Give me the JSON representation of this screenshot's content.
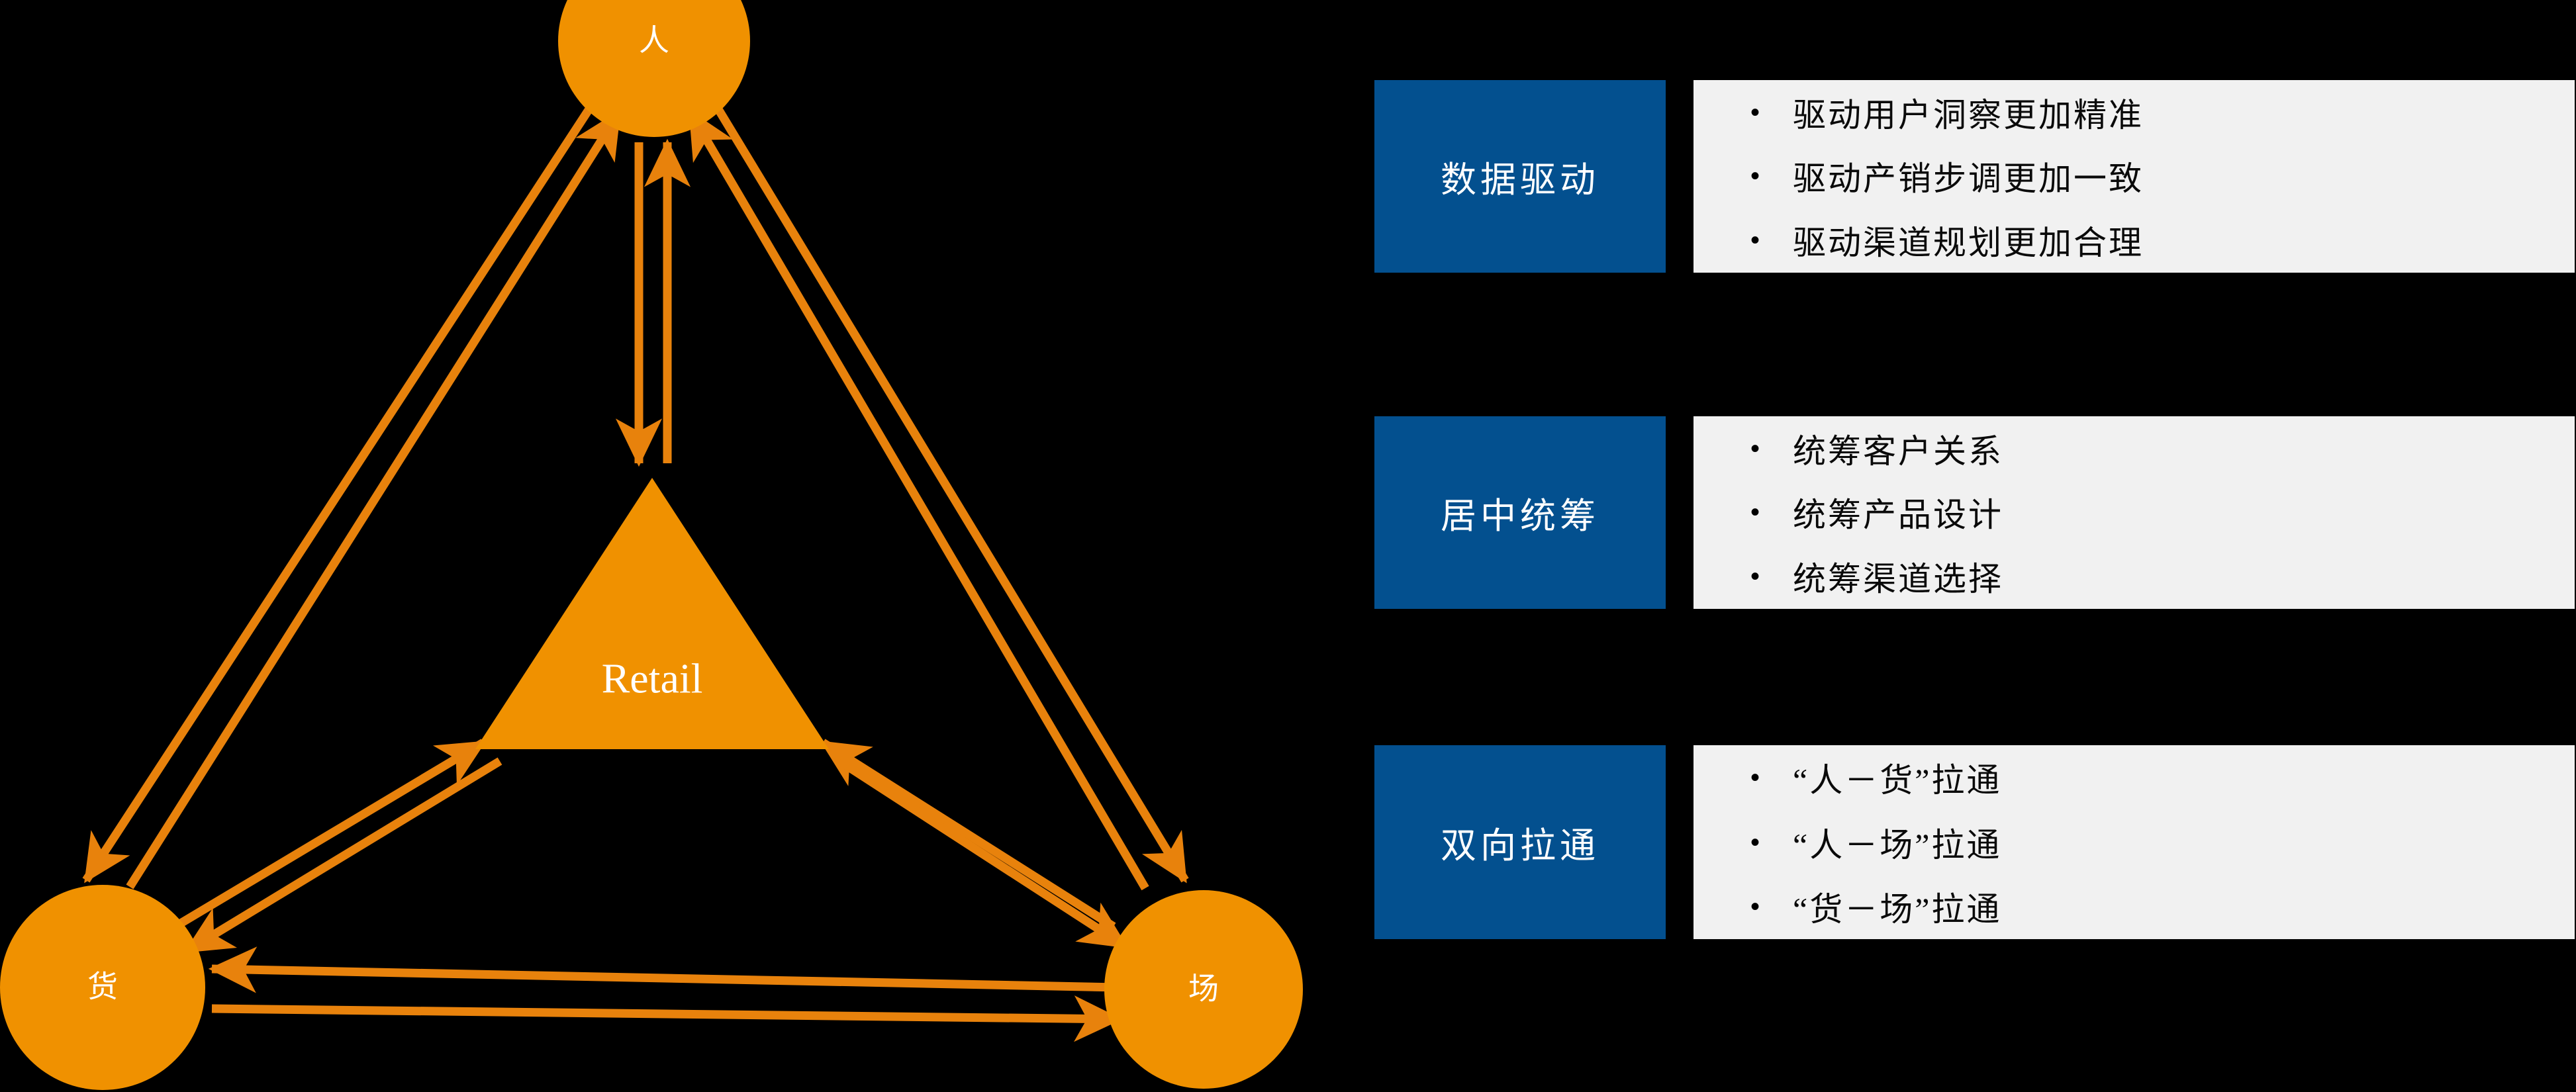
{
  "colors": {
    "background": "#000000",
    "node_orange": "#F09100",
    "arrow_orange": "#E8820C",
    "tag_blue": "#03508F",
    "card_bg": "#F1F1F1",
    "label_white": "#FFFFFF"
  },
  "diagram": {
    "nodes": [
      {
        "id": "person",
        "label": "人",
        "shape": "circle"
      },
      {
        "id": "goods",
        "label": "货",
        "shape": "circle"
      },
      {
        "id": "place",
        "label": "场",
        "shape": "circle"
      },
      {
        "id": "retail",
        "label": "Retail",
        "shape": "triangle"
      }
    ],
    "connections": [
      {
        "from": "person",
        "to": "retail",
        "type": "bidirectional"
      },
      {
        "from": "person",
        "to": "goods",
        "type": "bidirectional"
      },
      {
        "from": "person",
        "to": "place",
        "type": "bidirectional"
      },
      {
        "from": "goods",
        "to": "retail",
        "type": "bidirectional"
      },
      {
        "from": "place",
        "to": "retail",
        "type": "bidirectional"
      },
      {
        "from": "goods",
        "to": "place",
        "type": "bidirectional"
      }
    ]
  },
  "cards": [
    {
      "tag": "数据驱动",
      "bullets": [
        "驱动用户洞察更加精准",
        "驱动产销步调更加一致",
        "驱动渠道规划更加合理"
      ]
    },
    {
      "tag": "居中统筹",
      "bullets": [
        "统筹客户关系",
        "统筹产品设计",
        "统筹渠道选择"
      ]
    },
    {
      "tag": "双向拉通",
      "bullets": [
        "“人－货”拉通",
        "“人－场”拉通",
        "“货－场”拉通"
      ]
    }
  ],
  "bullet_glyph": "•"
}
